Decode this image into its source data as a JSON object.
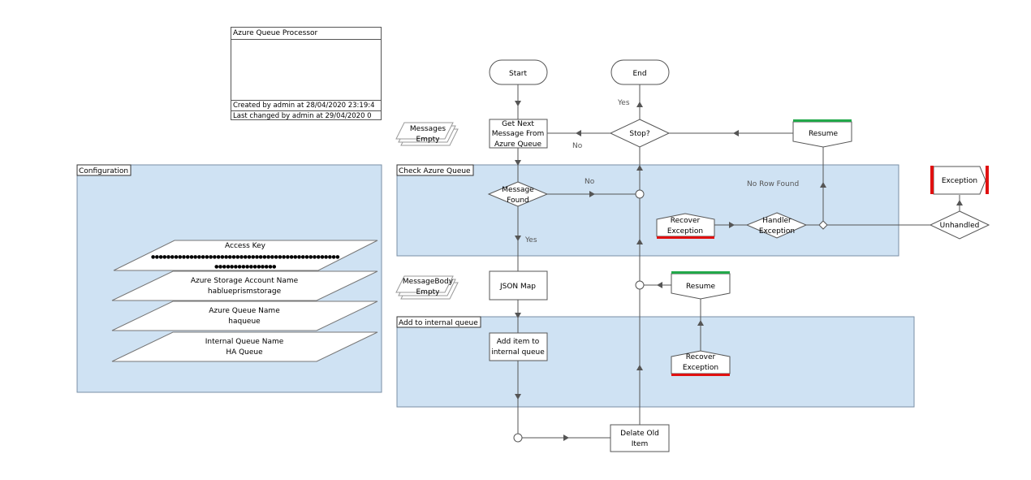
{
  "info_box": {
    "title": "Azure Queue Processor",
    "created": "Created  by  admin  at  28/04/2020 23:19:4",
    "changed": "Last changed  by  admin  at  29/04/2020 0"
  },
  "blocks": {
    "configuration": "Configuration",
    "check_azure_queue": "Check Azure Queue",
    "add_to_internal_queue": "Add to internal queue"
  },
  "data_items": {
    "access_key": {
      "name": "Access Key",
      "value1": "●●●●●●●●●●●●●●●●●●●●●●●●●●●●●●●●●●●●●●●●●●●●●●●●●",
      "value2": "●●●●●●●●●●●●●●●●"
    },
    "storage_account": {
      "name": "Azure Storage Account Name",
      "value": "hablueprismstorage"
    },
    "queue_name": {
      "name": "Azure Queue Name",
      "value": "haqueue"
    },
    "internal_queue": {
      "name": "Internal Queue Name",
      "value": "HA Queue"
    }
  },
  "collections": {
    "messages_empty": [
      "Messages",
      "Empty"
    ],
    "messagebody_empty": [
      "MessageBody",
      "Empty"
    ]
  },
  "nodes": {
    "start": "Start",
    "end": "End",
    "get_next": [
      "Get Next",
      "Message From",
      "Azure Queue"
    ],
    "stop": "Stop?",
    "resume_top": "Resume",
    "message_found": [
      "Message",
      "Found"
    ],
    "recover_top": [
      "Recover",
      "Exception"
    ],
    "handler_exception": [
      "Handler",
      "Exception"
    ],
    "unhandled": "Unhandled",
    "exception": "Exception",
    "json_map": "JSON Map",
    "resume_mid": "Resume",
    "add_item": [
      "Add item to",
      "internal queue"
    ],
    "recover_mid": [
      "Recover",
      "Exception"
    ],
    "delete_old": [
      "Delate Old",
      "Item"
    ]
  },
  "labels": {
    "yes_end": "Yes",
    "no_stop": "No",
    "no_found": "No",
    "yes_found": "Yes",
    "no_row_found": "No Row Found"
  },
  "colors": {
    "block_fill": "#cfe2f3",
    "green_bar": "#22a84a",
    "red_bar": "#e01010"
  }
}
